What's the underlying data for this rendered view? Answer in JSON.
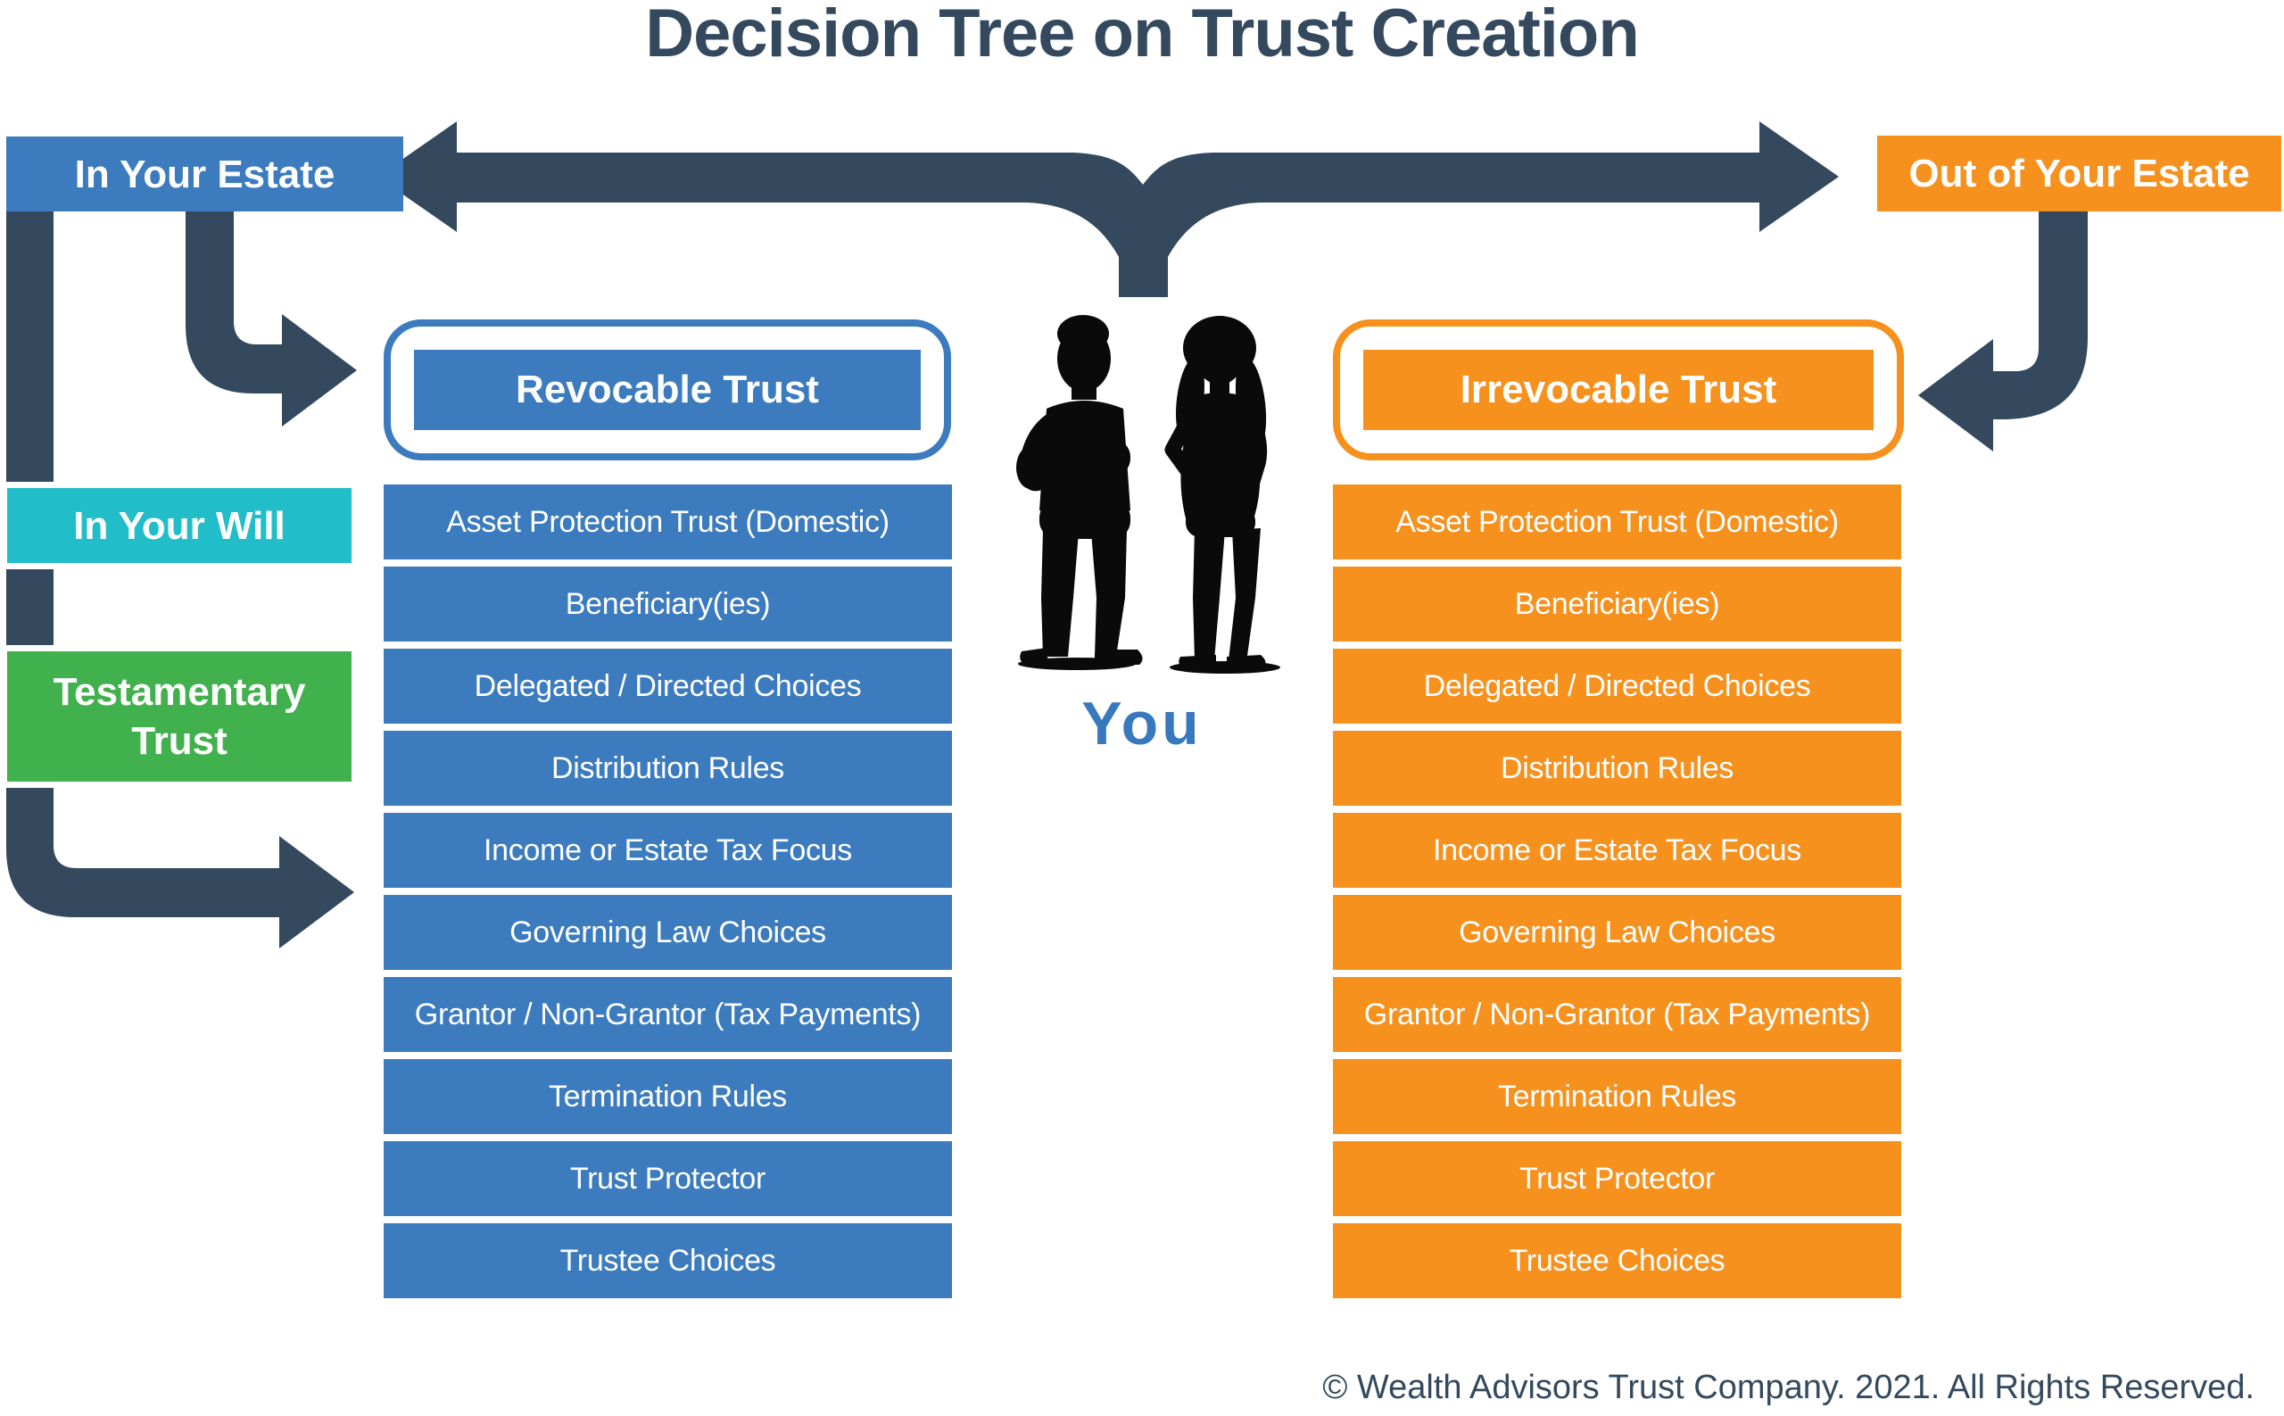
{
  "title": "Decision Tree on Trust Creation",
  "colors": {
    "navy": "#34495E",
    "blue": "#3B7BBE",
    "orange": "#F6911E",
    "teal": "#21BECA",
    "green": "#41B14E",
    "you_blue": "#3879BE",
    "silhouette": "#0A0A0A"
  },
  "branches": {
    "left_label": "In Your Estate",
    "right_label": "Out of Your Estate",
    "will_label": "In Your Will",
    "testamentary_label": "Testamentary Trust"
  },
  "center": {
    "label": "You",
    "figure": "man-and-woman-silhouette"
  },
  "columns": {
    "revocable": {
      "header": "Revocable Trust",
      "items": [
        "Asset Protection Trust (Domestic)",
        "Beneficiary(ies)",
        "Delegated / Directed Choices",
        "Distribution Rules",
        "Income or Estate Tax Focus",
        "Governing Law Choices",
        "Grantor / Non-Grantor (Tax Payments)",
        "Termination Rules",
        "Trust Protector",
        "Trustee Choices"
      ]
    },
    "irrevocable": {
      "header": "Irrevocable Trust",
      "items": [
        "Asset Protection Trust (Domestic)",
        "Beneficiary(ies)",
        "Delegated / Directed Choices",
        "Distribution Rules",
        "Income or Estate Tax Focus",
        "Governing Law Choices",
        "Grantor / Non-Grantor (Tax Payments)",
        "Termination Rules",
        "Trust Protector",
        "Trustee Choices"
      ]
    }
  },
  "footer": {
    "copyright": "© Wealth Advisors Trust Company. 2021. All Rights Reserved."
  }
}
